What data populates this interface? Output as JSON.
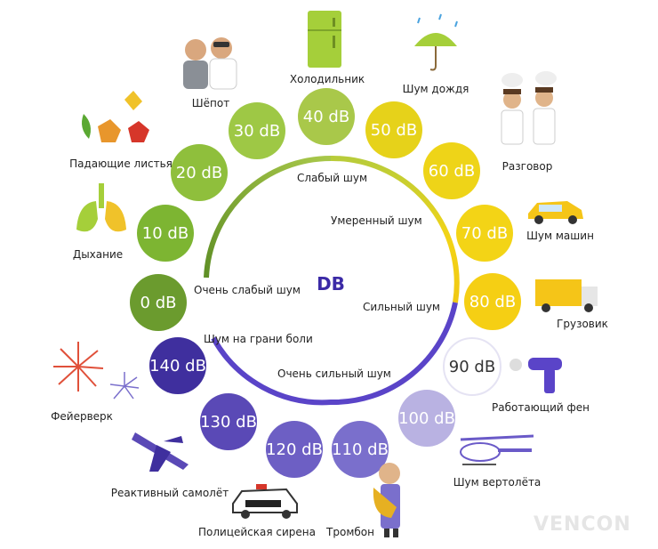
{
  "center_label": "DB",
  "watermark": "VENCON",
  "levels": [
    {
      "label": "0 dB",
      "color": "#6b9b2e",
      "source": "",
      "band": "Очень слабый шум"
    },
    {
      "label": "10 dB",
      "color": "#7db532",
      "source": "Дыхание",
      "band": ""
    },
    {
      "label": "20 dB",
      "color": "#8fbf3c",
      "source": "Падающие листья",
      "band": ""
    },
    {
      "label": "30 dB",
      "color": "#9ec845",
      "source": "Шёпот",
      "band": ""
    },
    {
      "label": "40 dB",
      "color": "#a9c84a",
      "source": "Холодильник",
      "band": "Слабый шум"
    },
    {
      "label": "50 dB",
      "color": "#e6d21a",
      "source": "Шум дождя",
      "band": ""
    },
    {
      "label": "60 dB",
      "color": "#eed418",
      "source": "Разговор",
      "band": "Умеренный шум"
    },
    {
      "label": "70 dB",
      "color": "#f3d416",
      "source": "Шум машин",
      "band": ""
    },
    {
      "label": "80 dB",
      "color": "#f5cf14",
      "source": "Грузовик",
      "band": "Сильный шум"
    },
    {
      "label": "90 dB",
      "color": "#ffffff",
      "source": "Работающий фен",
      "band": ""
    },
    {
      "label": "100 dB",
      "color": "#b9b2e2",
      "source": "Шум вертолёта",
      "band": ""
    },
    {
      "label": "110 dB",
      "color": "#7a6fcc",
      "source": "Тромбон",
      "band": "Очень сильный шум"
    },
    {
      "label": "120 dB",
      "color": "#6d5fc4",
      "source": "Полицейская сирена",
      "band": ""
    },
    {
      "label": "130 dB",
      "color": "#5a49b6",
      "source": "Реактивный самолёт",
      "band": ""
    },
    {
      "label": "140 dB",
      "color": "#3f2f9e",
      "source": "Фейерверк",
      "band": "Шум на грани боли"
    }
  ]
}
